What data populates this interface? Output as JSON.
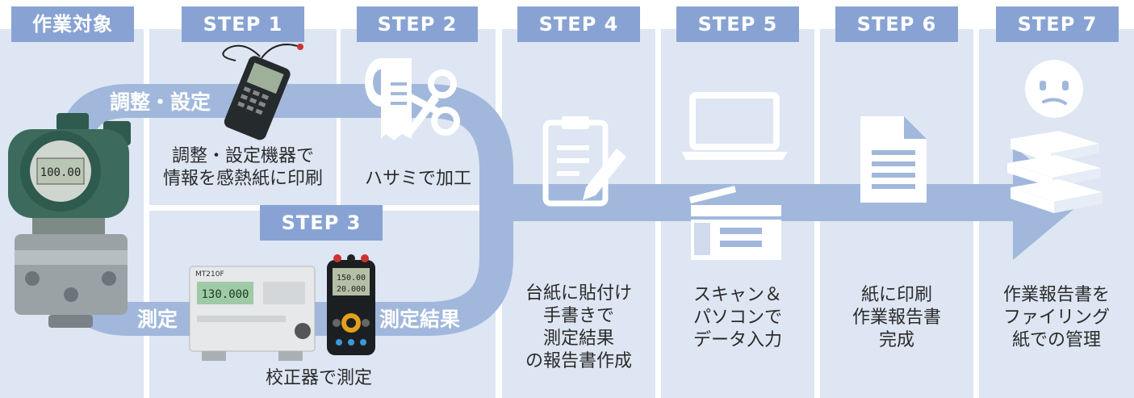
{
  "steps": {
    "target": "作業対象",
    "s1": "STEP 1",
    "s2": "STEP 2",
    "s3": "STEP 3",
    "s4": "STEP 4",
    "s5": "STEP 5",
    "s6": "STEP 6",
    "s7": "STEP 7"
  },
  "flow_labels": {
    "adjust": "調整・設定",
    "measure": "測定",
    "result": "測定結果"
  },
  "captions": {
    "s1": "調整・設定機器で\n情報を感熱紙に印刷",
    "s2": "ハサミで加工",
    "s3": "校正器で測定",
    "s4": "台紙に貼付け\n手書きで\n測定結果\nの報告書作成",
    "s5": "スキャン＆\nパソコンで\nデータ入力",
    "s6": "紙に印刷\n作業報告書\n完成",
    "s7": "作業報告書を\nファイリング\n紙での管理"
  },
  "device_text": {
    "transmitter_display": "100.00",
    "calibrator_display": "130.000",
    "calibrator_brand": "MT210F",
    "handheld_line1": "150.00",
    "handheld_line2": "20.000"
  },
  "colors": {
    "panel": "#dde6f2",
    "label": "#88a3d3",
    "flow": "#a1b8dc"
  }
}
